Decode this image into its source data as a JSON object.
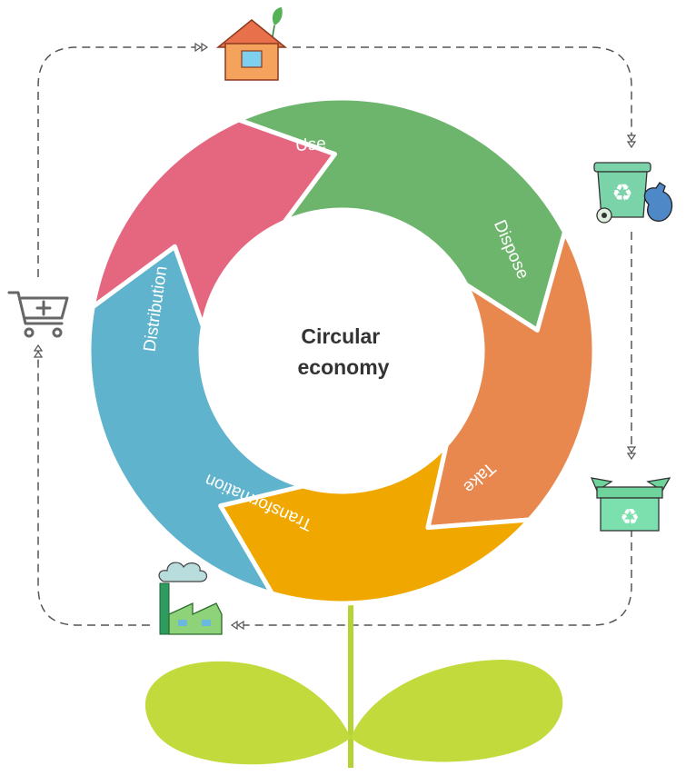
{
  "diagram": {
    "center_title": [
      "Circular",
      "economy"
    ],
    "segments": [
      {
        "id": "use",
        "label": "Use",
        "color": "#6db56d"
      },
      {
        "id": "dispose",
        "label": "Dispose",
        "color": "#e8884f"
      },
      {
        "id": "take",
        "label": "Take",
        "color": "#f0a800"
      },
      {
        "id": "transformation",
        "label": "Transformation",
        "color": "#5fb3cc"
      },
      {
        "id": "distribution",
        "label": "Distribution",
        "color": "#e5677f"
      }
    ],
    "icons": [
      "house-icon",
      "recycle-bin-icon",
      "recycle-box-icon",
      "factory-icon",
      "shopping-cart-icon",
      "plant-leaves-icon"
    ],
    "colors": {
      "loop_line": "#555555",
      "leaf": "#c2da3c",
      "stem": "#b5d334"
    }
  }
}
